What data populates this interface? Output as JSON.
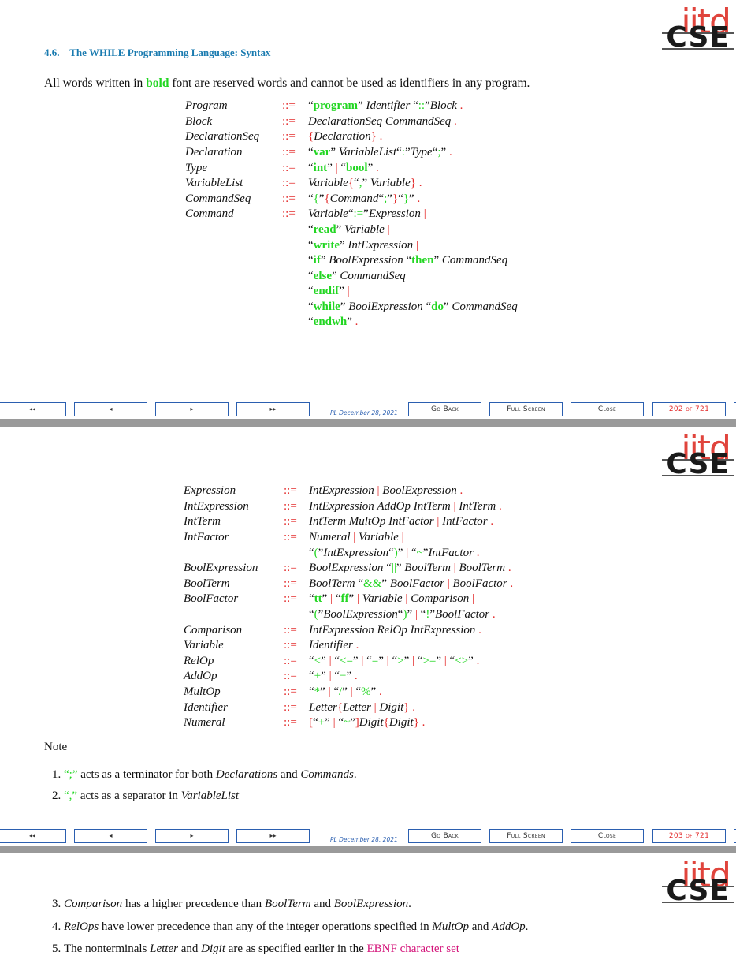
{
  "pages": [
    {
      "page": "202",
      "total": "721"
    },
    {
      "page": "203",
      "total": "721"
    }
  ],
  "section": {
    "number": "4.6.",
    "title": "The WHILE Programming Language: Syntax"
  },
  "intro": {
    "before": "All words written in ",
    "bold": "bold",
    "after": " font are reserved words and cannot be used as identifiers in any program."
  },
  "logo": {
    "top": "iitd",
    "bottom": "CSE"
  },
  "grammar_symbols": {
    "def": "::=",
    "alt": "|",
    "end": "."
  },
  "nav": {
    "first": "◂◂",
    "prev": "◂",
    "next": "▸",
    "last": "▸▸",
    "date": "PL December 28, 2021",
    "go_back": "Go Back",
    "full_screen": "Full Screen",
    "close": "Close",
    "page_202": "202 of 721",
    "page_203": "203 of 721"
  },
  "notes": {
    "label": "Note",
    "n1_num": "1.",
    "n1_sym": "“;”",
    "n1_a": " acts as a terminator for both ",
    "n1_b": "Declarations",
    "n1_c": " and ",
    "n1_d": "Commands",
    "n1_e": ".",
    "n2_num": "2.",
    "n2_sym": "“,”",
    "n2_a": " acts as a separator in ",
    "n2_b": "VariableList",
    "n3_num": "3.",
    "n3_a": "Comparison",
    "n3_b": " has a higher precedence than ",
    "n3_c": "BoolTerm",
    "n3_d": " and ",
    "n3_e": "BoolExpression",
    "n3_f": ".",
    "n4_num": "4.",
    "n4_a": "RelOps",
    "n4_b": " have lower precedence than any of the integer operations specified in ",
    "n4_c": "MultOp",
    "n4_d": " and ",
    "n4_e": "AddOp",
    "n4_f": ".",
    "n5_num": "5.",
    "n5_a": "The nonterminals ",
    "n5_b": "Letter",
    "n5_c": " and ",
    "n5_d": "Digit",
    "n5_e": " are as specified earlier in the ",
    "n5_link": "EBNF character set"
  },
  "g1": {
    "program": "Program",
    "block": "Block",
    "declseq": "DeclarationSeq",
    "decl": "Declaration",
    "type": "Type",
    "varlist": "VariableList",
    "cmdseq": "CommandSeq",
    "command": "Command",
    "program_kw": "program",
    "ident": "Identifier",
    "colcol": "::",
    "declseq_r": "DeclarationSeq",
    "cmdseq_r": "CommandSeq",
    "lbrace": "{",
    "rbrace": "}",
    "decl_r": "Declaration",
    "var_kw": "var",
    "varlist_r": "VariableList",
    "colon": ":",
    "type_r": "Type",
    "semi": ";",
    "int_kw": "int",
    "bool_kw": "bool",
    "variable": "Variable",
    "comma": ",",
    "lb_lit": "{",
    "rb_lit": "}",
    "command_r": "Command",
    "assign": ":=",
    "expression": "Expression",
    "read_kw": "read",
    "write_kw": "write",
    "intexpr": "IntExpression",
    "if_kw": "if",
    "boolexpr": "BoolExpression",
    "then_kw": "then",
    "else_kw": "else",
    "endif_kw": "endif",
    "while_kw": "while",
    "do_kw": "do",
    "endwh_kw": "endwh"
  },
  "g2": {
    "expression": "Expression",
    "intexpr": "IntExpression",
    "intterm": "IntTerm",
    "intfactor": "IntFactor",
    "boolexpr": "BoolExpression",
    "boolterm": "BoolTerm",
    "boolfactor": "BoolFactor",
    "comparison": "Comparison",
    "variable": "Variable",
    "relop": "RelOp",
    "addop": "AddOp",
    "multop": "MultOp",
    "identifier": "Identifier",
    "numeral": "Numeral",
    "letter": "Letter",
    "digit": "Digit",
    "lp": "(",
    "rp": ")",
    "tilde": "~",
    "or": "||",
    "and": "&&",
    "tt": "tt",
    "ff": "ff",
    "not": "!",
    "lt": "<",
    "le": "<=",
    "eq": "=",
    "gt": ">",
    "ge": ">=",
    "ne": "<>",
    "plus": "+",
    "minus": "−",
    "star": "*",
    "slash": "/",
    "pct": "%",
    "lbr": "[",
    "rbr": "]",
    "lbrace": "{",
    "rbrace": "}"
  }
}
